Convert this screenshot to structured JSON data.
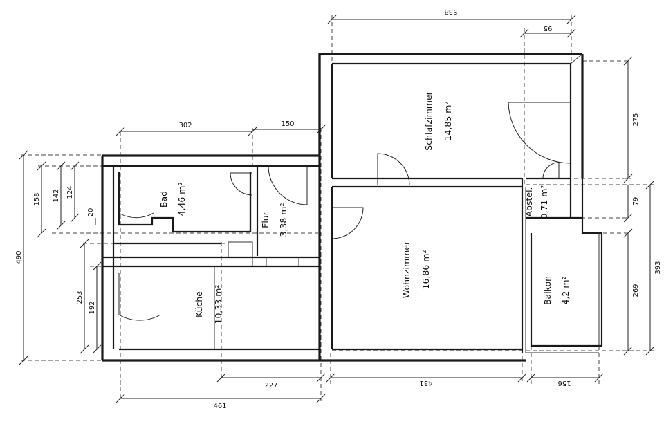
{
  "rooms": {
    "schlafzimmer": {
      "name": "Schlafzimmer",
      "area": "14,85 m²"
    },
    "bad": {
      "name": "Bad",
      "area": "4,46 m²"
    },
    "flur": {
      "name": "Flur",
      "area": "3,38 m²"
    },
    "abstell": {
      "name": "Abstel.",
      "area": "0,71 m²"
    },
    "wohnzimmer": {
      "name": "Wohnzimmer",
      "area": "16,86 m²"
    },
    "kueche": {
      "name": "Küche",
      "area": "10,33 m²"
    },
    "balkon": {
      "name": "Balkon",
      "area": "4,2 m²"
    }
  },
  "dimensions": {
    "top_total": "538",
    "top_small": "95",
    "bad_width": "302",
    "flur_width": "150",
    "right_upper": "275",
    "right_mid": "79",
    "right_lower": "269",
    "right_total": "393",
    "left_total": "490",
    "left_158": "158",
    "left_142": "142",
    "left_124": "124",
    "left_20": "20",
    "left_253": "253",
    "left_192": "192",
    "bottom_227": "227",
    "bottom_461": "461",
    "bottom_431": "431",
    "bottom_156": "156"
  }
}
